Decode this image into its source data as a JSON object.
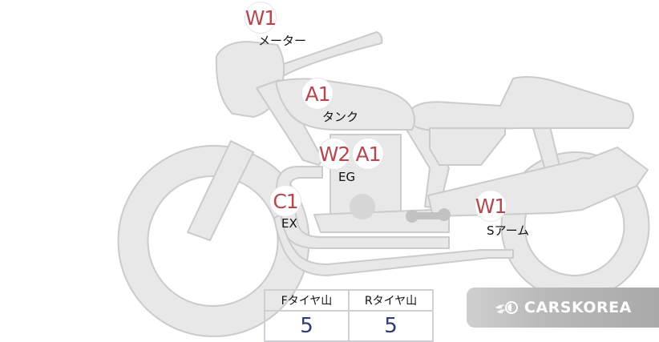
{
  "markers": {
    "meter": "W1",
    "tank": "A1",
    "engine_left": "W2",
    "engine_right": "A1",
    "exhaust": "C1",
    "swingarm": "W1"
  },
  "labels": {
    "meter": "メーター",
    "tank": "タンク",
    "engine": "EG",
    "exhaust": "EX",
    "swingarm": "Sアーム"
  },
  "tire_table": {
    "headers": [
      "Fタイヤ山",
      "Rタイヤ山"
    ],
    "values": [
      "5",
      "5"
    ]
  },
  "brand": {
    "name": "CARSKOREA"
  },
  "colors": {
    "marker_text": "#b5484e",
    "value_text": "#2f3a7a",
    "part_fill": "#e6e6e6",
    "part_stroke": "#cccccc"
  }
}
